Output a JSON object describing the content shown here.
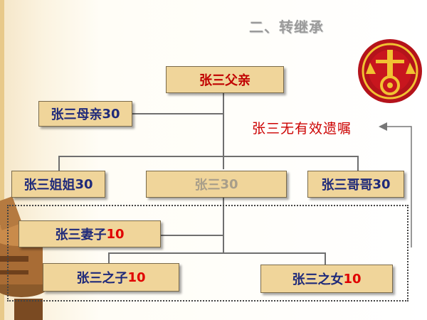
{
  "title": "二、转继承",
  "note": "张三无有效遗嘱",
  "nodes": {
    "father": {
      "name": "张三父亲",
      "share": ""
    },
    "mother": {
      "name": "张三母亲",
      "share": "30"
    },
    "sister": {
      "name": "张三姐姐",
      "share": "30"
    },
    "self": {
      "name": "张三",
      "share": "30"
    },
    "brother": {
      "name": "张三哥哥",
      "share": "30"
    },
    "wife": {
      "name": "张三妻子",
      "share": "10"
    },
    "son": {
      "name": "张三之子",
      "share": "10"
    },
    "daughter": {
      "name": "张三之女",
      "share": "10"
    }
  },
  "colors": {
    "box_fill": "#f0d59a",
    "box_text": "#1f2a7a",
    "accent_red": "#e00000",
    "note_red": "#cc0000",
    "muted_text": "#a89e8a"
  }
}
